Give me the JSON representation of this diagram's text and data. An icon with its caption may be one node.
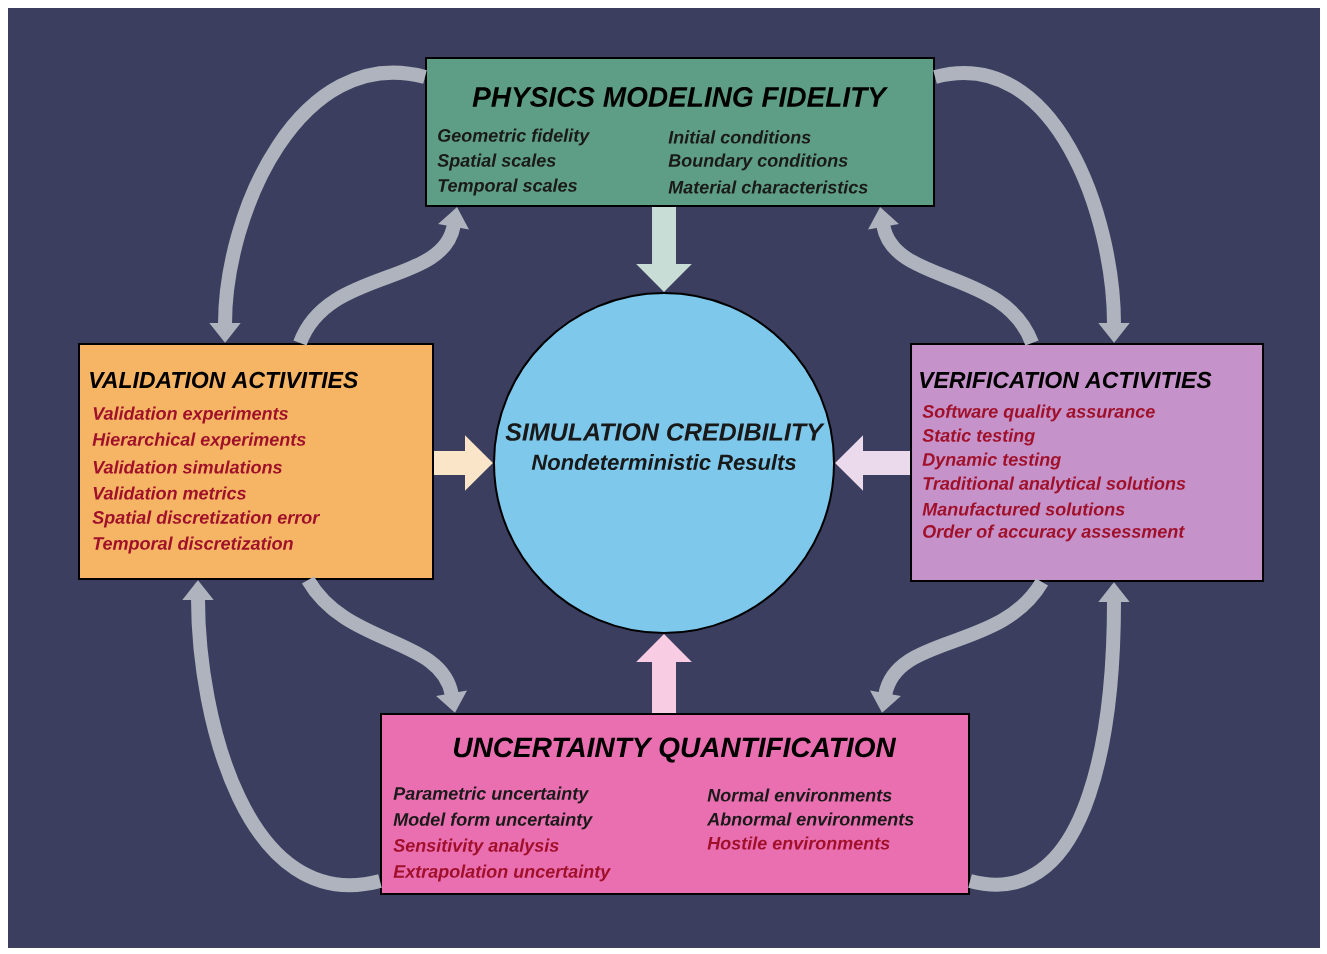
{
  "diagram": {
    "nodes": [
      {
        "text": [
          "PHYSICS MODELING FIDELITY",
          "Geometric fidelity",
          "Spatial scales",
          "Temporal scales",
          "Initial conditions",
          "Boundary conditions",
          "Material characteristics"
        ]
      },
      {
        "text": [
          "VALIDATION ACTIVITIES",
          "Validation experiments",
          "Hierarchical experiments",
          "Validation simulations",
          "Validation metrics",
          "Spatial discretization error",
          "Temporal discretization"
        ]
      },
      {
        "text": [
          "SIMULATION CREDIBILITY",
          "Nondeterministic Results"
        ]
      },
      {
        "text": [
          "VERIFICATION ACTIVITIES",
          "Software quality assurance",
          "Static testing",
          "Dynamic testing",
          "Traditional analytical solutions",
          "Manufactured solutions",
          "Order of accuracy assessment"
        ]
      },
      {
        "text": [
          "UNCERTAINTY QUANTIFICATION",
          "Parametric uncertainty",
          "Model form uncertainty",
          "Sensitivity analysis",
          "Extrapolation uncertainty",
          "Normal environments",
          "Abnormal environments",
          "Hostile environments"
        ]
      }
    ],
    "edges": [
      {
        "from": 0,
        "to": 2,
        "arrow": "to"
      },
      {
        "from": 1,
        "to": 2,
        "arrow": "to"
      },
      {
        "from": 3,
        "to": 2,
        "arrow": "to"
      },
      {
        "from": 4,
        "to": 2,
        "arrow": "to"
      },
      {
        "from": 0,
        "to": 1,
        "arrow": "to"
      },
      {
        "from": 1,
        "to": 0,
        "arrow": "to"
      },
      {
        "from": 0,
        "to": 3,
        "arrow": "to"
      },
      {
        "from": 3,
        "to": 0,
        "arrow": "to"
      },
      {
        "from": 4,
        "to": 1,
        "arrow": "to"
      },
      {
        "from": 1,
        "to": 4,
        "arrow": "to"
      },
      {
        "from": 3,
        "to": 4,
        "arrow": "to"
      },
      {
        "from": 4,
        "to": 3,
        "arrow": "to"
      }
    ]
  }
}
